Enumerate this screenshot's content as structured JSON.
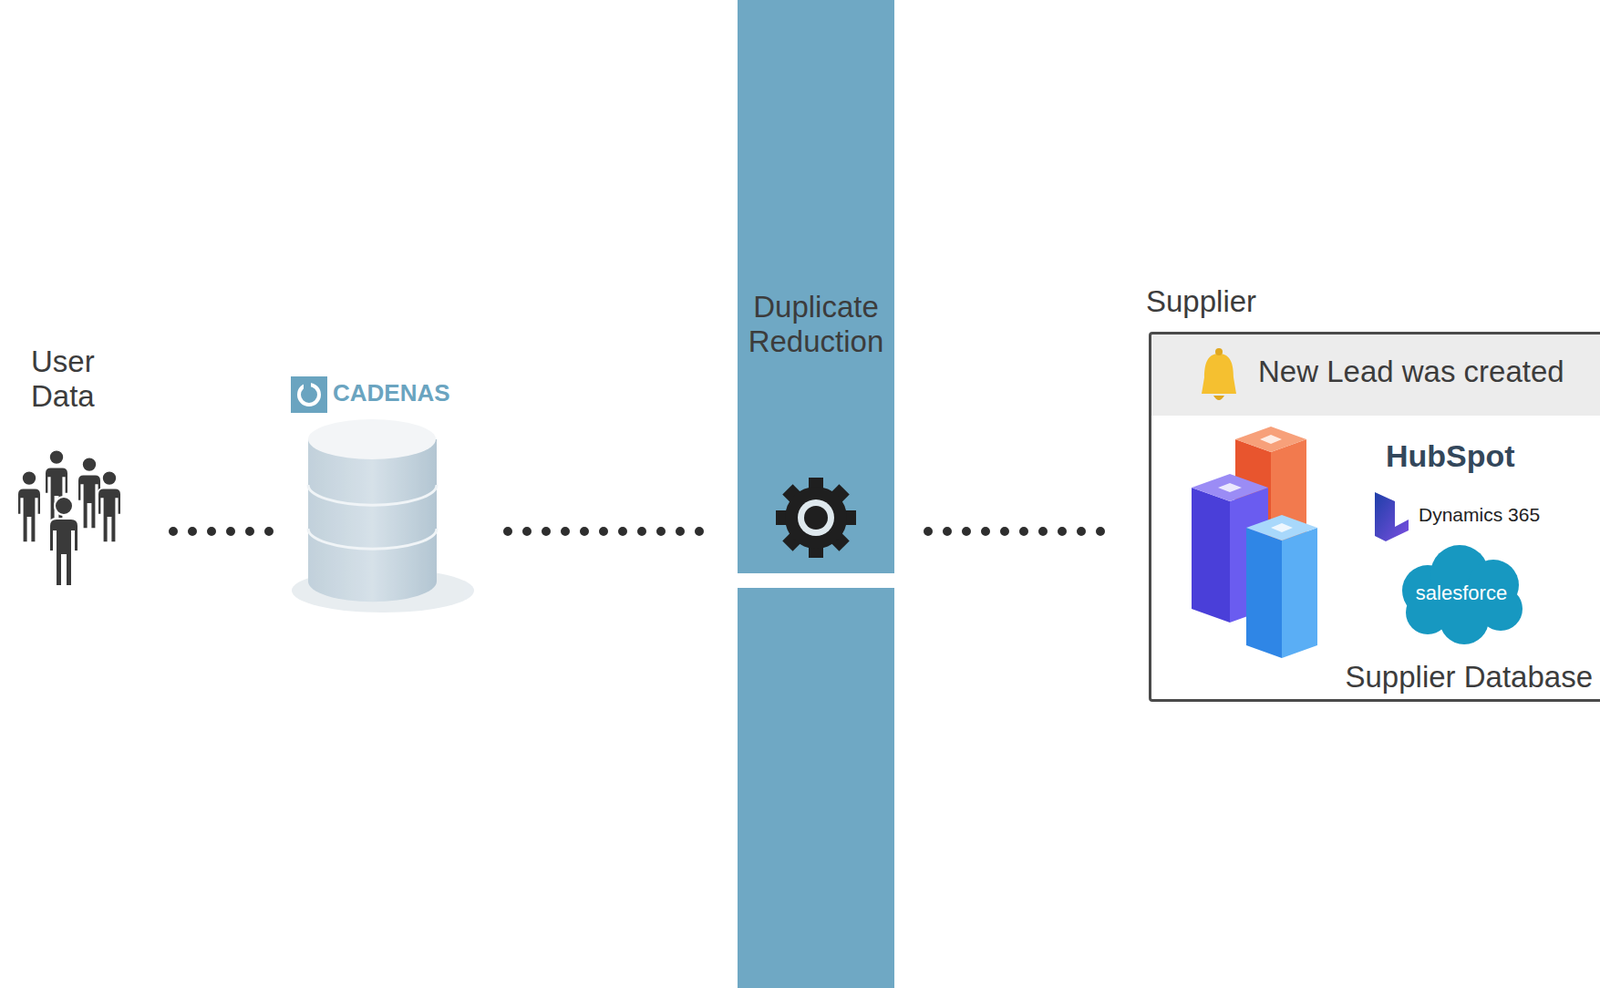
{
  "diagram": {
    "nodes": [
      {
        "text": [
          "User Data"
        ]
      },
      {
        "text": [
          "CADENAS"
        ]
      },
      {
        "text": [
          "Duplicate Reduction"
        ]
      },
      {
        "text": [
          "Supplier",
          "New Lead was created",
          "Supplier Database"
        ]
      }
    ],
    "edges": [
      {
        "from": 0,
        "to": 1,
        "arrow": "none"
      },
      {
        "from": 1,
        "to": 2,
        "arrow": "none"
      },
      {
        "from": 2,
        "to": 3,
        "arrow": "none"
      }
    ],
    "labels": [
      "HubSpot",
      "Dynamics 365",
      "salesforce"
    ]
  }
}
